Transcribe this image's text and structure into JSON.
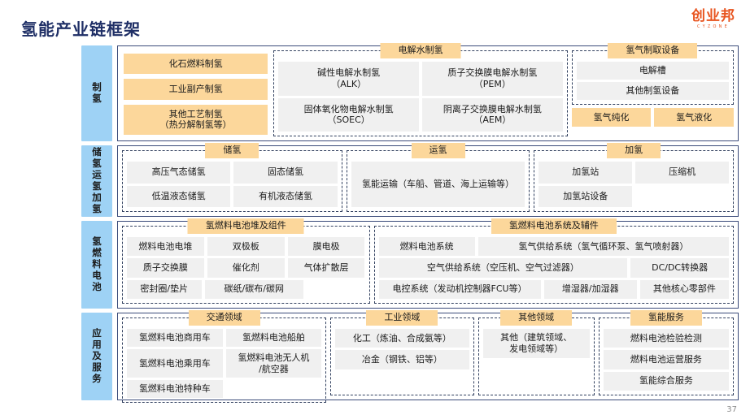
{
  "page": {
    "title": "氢能产业链框架",
    "number": "37",
    "accent_blue": "#1f2f66",
    "stage_blue": "#9ed2f5",
    "amber": "#fcd79b",
    "cell_gray": "#f0f0f0"
  },
  "brand": {
    "cn": "创业邦",
    "en": "CYZONE",
    "color": "#e8541f"
  },
  "rows": [
    {
      "stage": "制氢",
      "groups": [
        {
          "type": "plain",
          "cells": [
            "化石燃料制氢",
            "工业副产制氢",
            "其他工艺制氢\n（热分解制氢等）"
          ]
        },
        {
          "type": "dashed",
          "title": "电解水制氢",
          "cellrows": [
            [
              "碱性电解水制氢\n（ALK）",
              "质子交换膜电解水制氢\n（PEM）"
            ],
            [
              "固体氧化物电解水制氢\n（SOEC）",
              "阴离子交换膜电解水制氢\n（AEM）"
            ]
          ]
        },
        {
          "type": "dashed-plus",
          "title": "氢气制取设备",
          "cellrows": [
            [
              "电解槽"
            ],
            [
              "其他制氢设备"
            ]
          ],
          "footer": [
            "氢气纯化",
            "氢气液化"
          ]
        }
      ]
    },
    {
      "stage": "储氢运氢加氢",
      "groups": [
        {
          "type": "dashed",
          "title": "储氢",
          "cellrows": [
            [
              "高压气态储氢",
              "固态储氢"
            ],
            [
              "低温液态储氢",
              "有机液态储氢"
            ]
          ]
        },
        {
          "type": "dashed",
          "title": "运氢",
          "cellrows": [
            [
              "氢能运输（车船、管道、海上运输等）"
            ]
          ]
        },
        {
          "type": "dashed",
          "title": "加氢",
          "cellrows": [
            [
              "加氢站",
              "压缩机"
            ],
            [
              "加氢站设备",
              ""
            ]
          ]
        }
      ]
    },
    {
      "stage": "氢燃料电池",
      "groups": [
        {
          "type": "dashed",
          "title": "氢燃料电池堆及组件",
          "cellrows": [
            [
              "燃料电池电堆",
              "双极板",
              "膜电极"
            ],
            [
              "质子交换膜",
              "催化剂",
              "气体扩散层"
            ],
            [
              "密封圈/垫片",
              "碳纸/碳布/碳网",
              ""
            ]
          ]
        },
        {
          "type": "dashed",
          "title": "氢燃料电池系统及辅件",
          "cellrows": [
            [
              "燃料电池系统",
              "氢气供给系统（氢气循环泵、氢气喷射器）"
            ],
            [
              "空气供给系统（空压机、空气过滤器）",
              "DC/DC转换器"
            ],
            [
              "电控系统（发动机控制器FCU等）",
              "增湿器/加湿器",
              "其他核心零部件"
            ]
          ]
        }
      ]
    },
    {
      "stage": "应用及服务",
      "groups": [
        {
          "type": "dashed",
          "title": "交通领域",
          "cellrows": [
            [
              "氢燃料电池商用车",
              "氢燃料电池船舶"
            ],
            [
              "氢燃料电池乘用车",
              "氢燃料电池无人机\n/航空器"
            ],
            [
              "氢燃料电池特种车",
              ""
            ]
          ]
        },
        {
          "type": "dashed",
          "title": "工业领域",
          "cellrows": [
            [
              "化工（炼油、合成氨等）"
            ],
            [
              "冶金（钢铁、铝等）"
            ],
            [
              ""
            ]
          ]
        },
        {
          "type": "dashed",
          "title": "其他领域",
          "cellrows": [
            [
              "其他（建筑领域、\n发电领域等）"
            ],
            [
              ""
            ],
            [
              ""
            ]
          ]
        },
        {
          "type": "dashed",
          "title": "氢能服务",
          "cellrows": [
            [
              "燃料电池检验检测"
            ],
            [
              "燃料电池运营服务"
            ],
            [
              "氢能综合服务"
            ]
          ]
        }
      ]
    }
  ]
}
